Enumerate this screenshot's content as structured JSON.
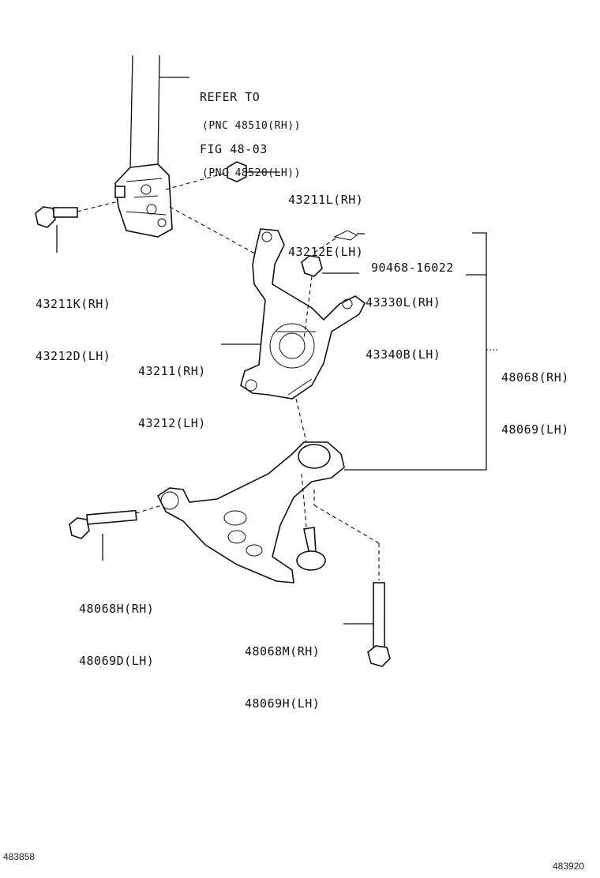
{
  "refer": {
    "line1": "REFER TO",
    "line2": "FIG 48-03",
    "line3": "(PNC 48510(RH))",
    "line4": "(PNC 48520(LH))"
  },
  "parts": {
    "p43211L": {
      "rh": "43211L(RH)",
      "lh": "43212E(LH)"
    },
    "p43211K": {
      "rh": "43211K(RH)",
      "lh": "43212D(LH)"
    },
    "p90468": {
      "num": "90468-16022"
    },
    "p43330L": {
      "rh": "43330L(RH)",
      "lh": "43340B(LH)"
    },
    "p43211": {
      "rh": "43211(RH)",
      "lh": "43212(LH)"
    },
    "p48068": {
      "rh": "48068(RH)",
      "lh": "48069(LH)"
    },
    "p48068H": {
      "rh": "48068H(RH)",
      "lh": "48069D(LH)"
    },
    "p48068M": {
      "rh": "48068M(RH)",
      "lh": "48069H(LH)"
    }
  },
  "footer": {
    "left_code": "483858",
    "right_code": "483920"
  }
}
